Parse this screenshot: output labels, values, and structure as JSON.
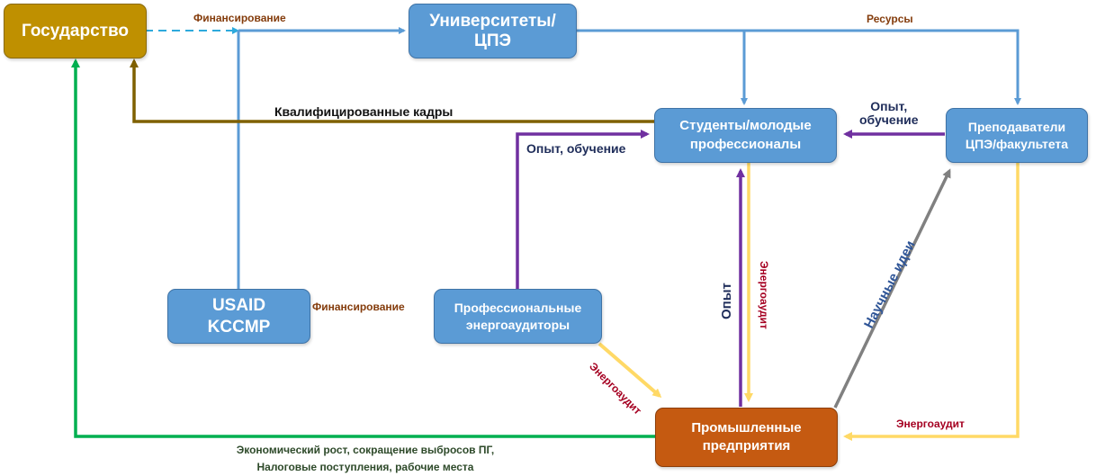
{
  "nodes": {
    "state": "Государство",
    "universities_line1": "Университеты/",
    "universities_line2": "ЦПЭ",
    "students_line1": "Студенты/молодые",
    "students_line2": "профессионалы",
    "teachers_line1": "Преподаватели",
    "teachers_line2": "ЦПЭ/факультета",
    "usaid_line1": "USAID",
    "usaid_line2": "KCCMP",
    "auditors_line1": "Профессиональные",
    "auditors_line2": "энергоаудиторы",
    "industry_line1": "Промышленные",
    "industry_line2": "предприятия"
  },
  "labels": {
    "financing_top": "Финансирование",
    "resources": "Ресурсы",
    "qualified_staff": "Квалифицированные кадры",
    "experience_training_left": "Опыт, обучение",
    "experience_training_right_line1": "Опыт,",
    "experience_training_right_line2": "обучение",
    "financing_usaid": "Финансирование",
    "energy_audit_diag": "Энергоаудит",
    "experience": "Опыт",
    "energy_audit_vertical": "Энергоаудит",
    "scientific_ideas": "Научные идеи",
    "energy_audit_bottom": "Энергоаудит",
    "benefits_line1": "Экономический рост, сокращение выбросов ПГ,",
    "benefits_line2": "Налоговые поступления, рабочие места"
  },
  "colors": {
    "state": "#bf9000",
    "blue_node": "#5b9bd5",
    "industry": "#c55a11",
    "resource_line": "#5b9bd5",
    "qualified_line": "#7f6000",
    "experience_line": "#7030a0",
    "audit_line": "#ffd966",
    "ideas_line": "#808080",
    "benefits_line": "#00b050",
    "dashed_line": "#2eaadc"
  }
}
